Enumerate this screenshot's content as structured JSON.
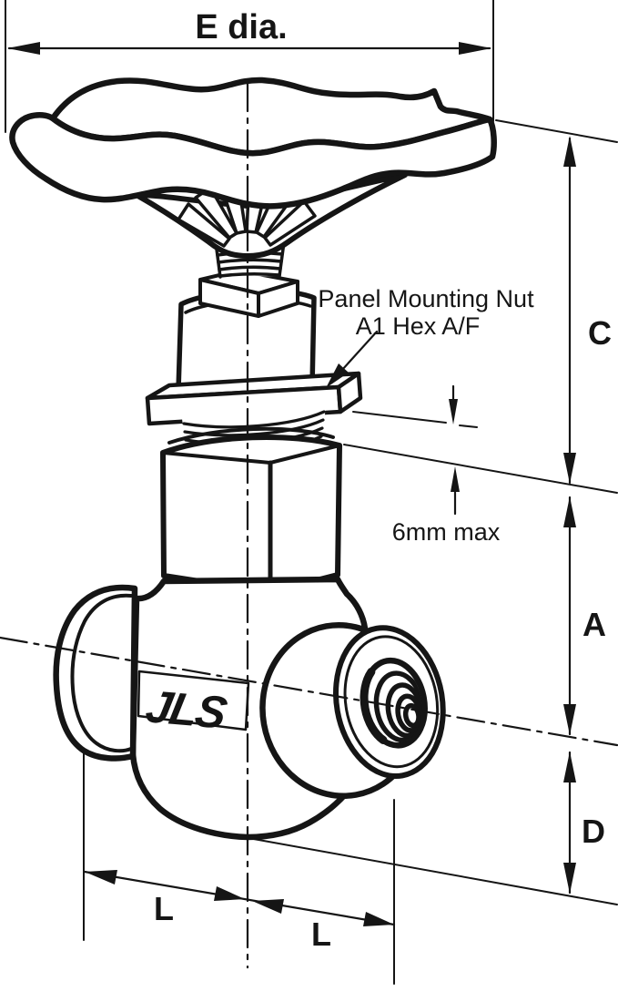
{
  "title": "Needle valve dimensional outline drawing",
  "colors": {
    "ink": "#151515",
    "background": "#ffffff"
  },
  "labels": {
    "e_dia": "E dia.",
    "c": "C",
    "a": "A",
    "d": "D",
    "l_left": "L",
    "l_right": "L",
    "panel_note_line1": "Panel Mounting Nut",
    "panel_note_line2": "A1 Hex A/F",
    "panel_gap": "6mm max",
    "logo": "JLS"
  }
}
